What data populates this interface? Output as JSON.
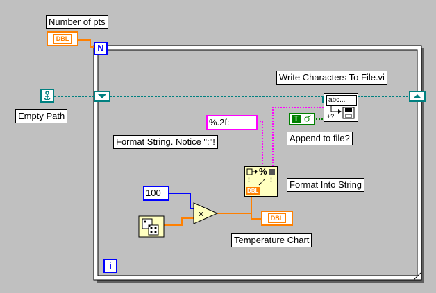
{
  "labels": {
    "number_of_pts": "Number of pts",
    "empty_path": "Empty Path",
    "write_characters": "Write Characters To File.vi",
    "format_string_notice": "Format String. Notice \":\"!",
    "append_to_file": "Append to file?",
    "format_into_string": "Format Into String",
    "temperature_chart": "Temperature Chart"
  },
  "constants": {
    "dbl_tag": "DBL",
    "hundred": "100",
    "format": "%.2f:",
    "n_terminal": "N",
    "i_terminal": "i",
    "bool_true": "T",
    "abc_icon_text": "abc...",
    "format_icon_text": "%",
    "format_icon_dbl": "DBL",
    "multiply": "×"
  },
  "colors": {
    "background": "#c0c0c0",
    "numeric_wire": "#ff8000",
    "integer_wire": "#0000ff",
    "string_wire": "#ff00ff",
    "path_wire": "#008080",
    "boolean_wire": "#008000"
  }
}
